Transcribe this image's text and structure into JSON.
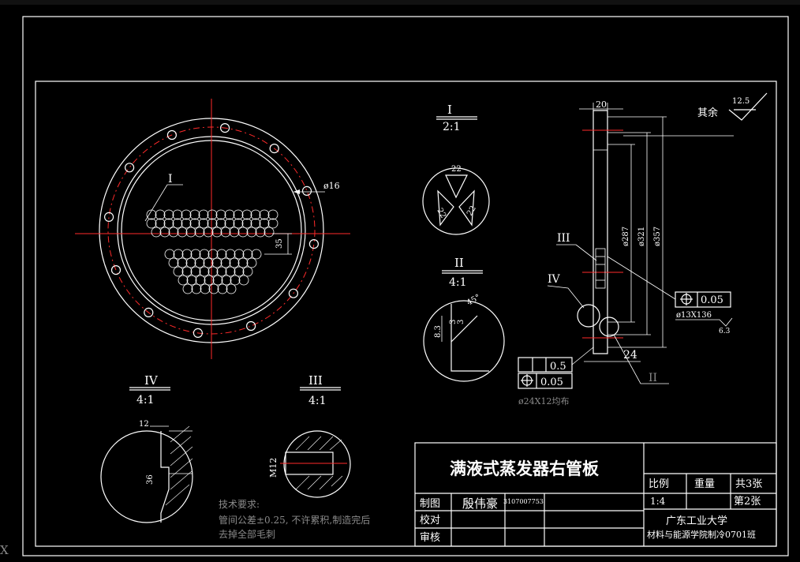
{
  "drawing": {
    "title": "满液式蒸发器右管板",
    "surface_note": "其余",
    "surface_roughness": "12.5",
    "hole_note": "ø24X12均布",
    "tech_req": {
      "heading": "技术要求:",
      "line1": "管间公差±0.25, 不许累积,制造完后",
      "line2": "去掉全部毛刺"
    }
  },
  "views": {
    "I": {
      "label": "I",
      "scale": "2:1",
      "dims": [
        "22",
        "22",
        "22"
      ]
    },
    "II": {
      "label": "II",
      "scale": "4:1",
      "dims": [
        "8.3",
        "3",
        "3",
        "45°"
      ]
    },
    "III": {
      "label": "III",
      "scale": "4:1",
      "dims": [
        "M12"
      ]
    },
    "IV": {
      "label": "IV",
      "scale": "4:1",
      "dims": [
        "12",
        "36"
      ]
    }
  },
  "front_view": {
    "callout_I": "I",
    "hole_dim": "ø16",
    "offset_dim": "35"
  },
  "side_view": {
    "dim_top": "20",
    "dim_d287": "ø287",
    "dim_d321": "ø321",
    "dim_d357": "ø357",
    "dim_24": "24",
    "callout_III": "III",
    "callout_IV": "IV",
    "callout_II": "II",
    "tol1_value": "0.05",
    "tol1_note": "ø13X136",
    "tol1_roughness": "6.3",
    "tol2_value": "0.5",
    "tol3_value": "0.05"
  },
  "title_block": {
    "drawn_label": "制图",
    "drawn_name": "殷伟豪",
    "drawn_id": "3107007753",
    "check_label": "校对",
    "approve_label": "审核",
    "scale_label": "比例",
    "weight_label": "重量",
    "total_label": "共3张",
    "scale_value": "1:4",
    "sheet_label": "第2张",
    "school": "广东工业大学",
    "class": "材料与能源学院制冷0701班"
  },
  "cursor_glyph": "X"
}
